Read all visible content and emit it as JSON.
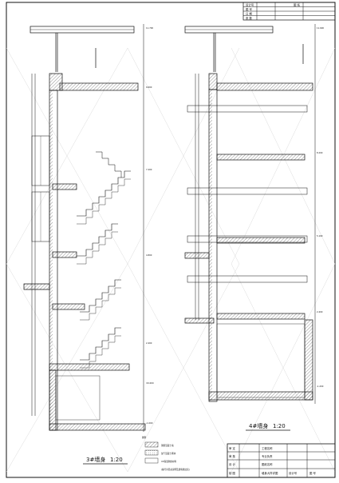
{
  "drawing": {
    "left_detail_title": "3#墙身",
    "left_detail_scale": "1:20",
    "right_detail_title": "4#墙身",
    "right_detail_scale": "1:20"
  },
  "legend": {
    "heading": "图例",
    "items": [
      "钢筋混凝土墙",
      "加气混凝土砌块",
      "XX保温隔热材料",
      "(编号详见总说明及建筑做法表)"
    ]
  },
  "title_block": {
    "top_labels": [
      "设计号",
      "图 号",
      "日 期",
      "张 数"
    ],
    "top_col_head": "图  纸",
    "bottom_rows": [
      [
        "审 定",
        "工程名称"
      ],
      [
        "审 核",
        "专业负责"
      ],
      [
        "设 计",
        "图纸名称"
      ],
      [
        "制 图",
        "墙身大样详图",
        "设计号",
        "图 号"
      ]
    ]
  },
  "left_elevations": [
    "11.700",
    "9.600",
    "7.200",
    "4.800",
    "2.400",
    "±0.000",
    "-1.000"
  ],
  "right_elevations": [
    "11.600",
    "8.200",
    "5.100",
    "2.400",
    "-1.200"
  ],
  "colors": {
    "line": "#111111",
    "hatch": "#444444",
    "watermark": "#c8c8c8"
  }
}
